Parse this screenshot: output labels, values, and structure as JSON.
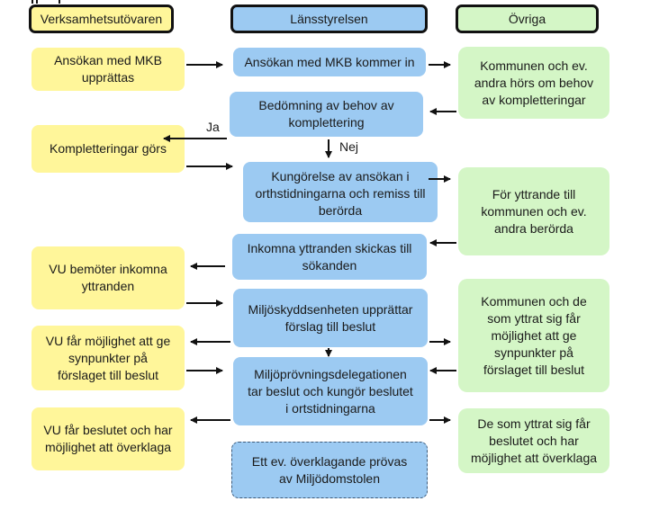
{
  "headers": {
    "left": "Verksamhetsutövaren",
    "middle": "Länsstyrelsen",
    "right": "Övriga"
  },
  "left": {
    "ansokan": "Ansökan med MKB\nupprättas",
    "komplettering": "Kompletteringar görs",
    "bemoter": "VU bemöter inkomna\nyttranden",
    "synpunkter": "VU får möjlighet att ge\nsynpunkter på\nförslaget till beslut",
    "overklaga": "VU får beslutet och har\nmöjlighet att överklaga"
  },
  "middle": {
    "kommer_in": "Ansökan med MKB kommer in",
    "bedomning": "Bedömning av behov av\nkomplettering",
    "kungorelse": "Kungörelse av ansökan i\northstidningarna och remiss till\nberörda",
    "inkomna": "Inkomna yttranden skickas till\nsökanden",
    "miljoskydd": "Miljöskyddsenheten upprättar\nförslag till beslut",
    "delegation": "Miljöprövningsdelegationen\ntar beslut och kungör beslutet\ni ortstidningarna",
    "provas": "Ett ev. överklagande prövas\nav Miljödomstolen"
  },
  "right": {
    "kommunen": "Kommunen och ev.\nandra hörs om behov\nav kompletteringar",
    "yttrande": "För  yttrande till\nkommunen och ev.\nandra berörda",
    "synpunkter": "Kommunen och de\nsom yttrat sig  får\nmöjlighet att ge\nsynpunkter på\nförslaget till beslut",
    "overklaga": "De som yttrat sig  får\nbeslutet och har\nmöjlighet att överklaga"
  },
  "labels": {
    "ja": "Ja",
    "nej": "Nej"
  }
}
